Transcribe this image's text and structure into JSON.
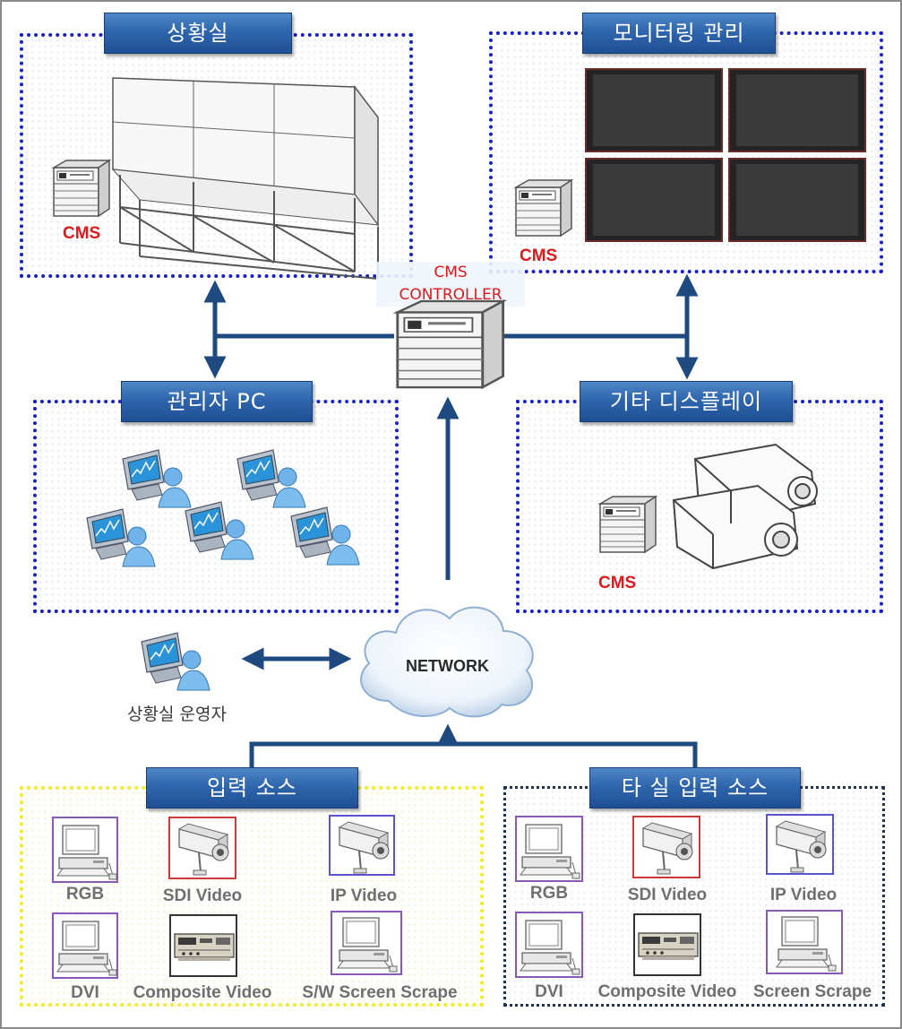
{
  "sections": {
    "control_room": {
      "title": "상황실",
      "cms_label": "CMS"
    },
    "monitoring": {
      "title": "모니터링 관리",
      "cms_label": "CMS"
    },
    "admin_pc": {
      "title": "관리자 PC"
    },
    "other_display": {
      "title": "기타 디스플레이",
      "cms_label": "CMS"
    },
    "input_source": {
      "title": "입력 소스",
      "items": [
        "RGB",
        "SDI Video",
        "IP Video",
        "DVI",
        "Composite Video",
        "S/W Screen Scrape"
      ]
    },
    "other_room_input": {
      "title": "타 실 입력 소스",
      "items": [
        "RGB",
        "SDI Video",
        "IP Video",
        "DVI",
        "Composite Video",
        "Screen Scrape"
      ]
    }
  },
  "controller": {
    "line1": "CMS",
    "line2": "CONTROLLER"
  },
  "network": {
    "label": "NETWORK"
  },
  "operator": {
    "label": "상황실 운영자"
  },
  "colors": {
    "title_bar": "#2f66ad",
    "zone_border": "#1a20c8",
    "input_border": "#f2ee1e",
    "other_input_border": "#1e3456",
    "cms_label": "#e01a1a",
    "arrow": "#1f4a80"
  },
  "icons": [
    "video-wall-icon",
    "monitor-wall-icon",
    "rack-server-icon",
    "operator-pc-icon",
    "projector-icon",
    "network-cloud-icon",
    "pc-icon",
    "cctv-camera-icon",
    "vcr-icon"
  ]
}
